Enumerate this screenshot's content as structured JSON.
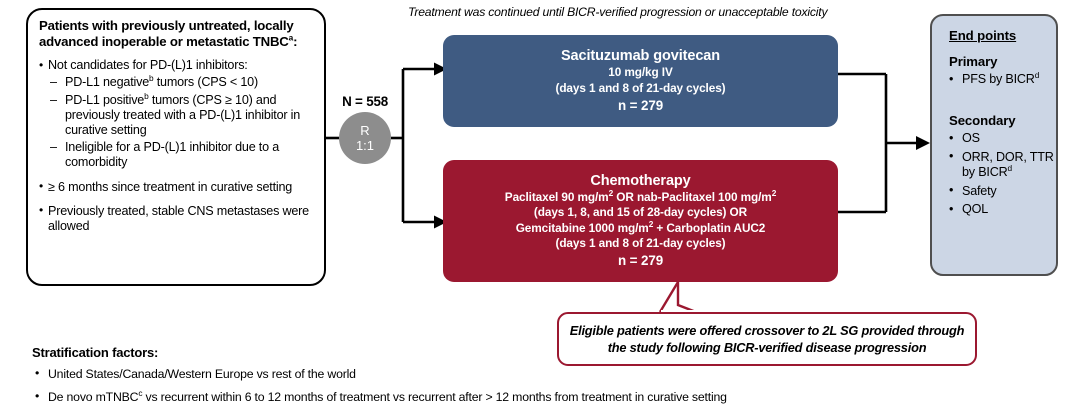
{
  "eligibility": {
    "title": "Patients with previously untreated, locally advanced inoperable or metastatic TNBC",
    "title_sup": "a",
    "title_suffix": ":",
    "criteria": [
      {
        "level": 1,
        "text": "Not candidates for PD-(L)1 inhibitors:"
      },
      {
        "level": 2,
        "text_before": "PD-L1 negative",
        "sup": "b",
        "text_after": " tumors (CPS < 10)"
      },
      {
        "level": 2,
        "text_before": "PD-L1 positive",
        "sup": "b",
        "text_after": " tumors (CPS ≥ 10) and previously treated with a PD-(L)1 inhibitor in curative setting"
      },
      {
        "level": 2,
        "text_before": "Ineligible for a PD-(L)1 inhibitor due to a comorbidity",
        "sup": "",
        "text_after": ""
      },
      {
        "level": 1,
        "text": "≥ 6 months since treatment in curative setting"
      },
      {
        "level": 1,
        "text": "Previously treated, stable CNS metastases were allowed"
      }
    ]
  },
  "randomization": {
    "n_total_label": "N = 558",
    "node_letter": "R",
    "node_ratio": "1:1",
    "node_color": "#8d8d8d"
  },
  "treatment_caption": "Treatment was continued until BICR-verified progression or unacceptable toxicity",
  "arms": [
    {
      "id": "sacituzumab-govitecan",
      "title": "Sacituzumab govitecan",
      "lines": [
        "10 mg/kg IV",
        "(days 1 and 8 of 21-day cycles)"
      ],
      "n_label": "n = 279",
      "color": "#3f5b82"
    },
    {
      "id": "chemotherapy",
      "title": "Chemotherapy",
      "lines": [
        "Paclitaxel 90 mg/m2 OR nab-Paclitaxel 100 mg/m2",
        "(days 1, 8, and 15 of 28-day cycles) OR",
        "Gemcitabine 1000 mg/m2 + Carboplatin AUC2",
        "(days 1 and 8 of 21-day cycles)"
      ],
      "n_label": "n = 279",
      "color": "#9b1830"
    }
  ],
  "endpoints": {
    "heading": "End points",
    "primary_label": "Primary",
    "primary_items": [
      {
        "text": "PFS by BICR",
        "sup": "d"
      }
    ],
    "secondary_label": "Secondary",
    "secondary_items": [
      {
        "text": "OS",
        "sup": ""
      },
      {
        "text": "ORR, DOR, TTR by BICR",
        "sup": "d"
      },
      {
        "text": "Safety",
        "sup": ""
      },
      {
        "text": "QOL",
        "sup": ""
      }
    ],
    "background_color": "#ccd6e5"
  },
  "crossover_callout": {
    "text": "Eligible patients were offered crossover to 2L SG provided through the study following BICR-verified disease progression",
    "border_color": "#9b1830"
  },
  "stratification": {
    "title": "Stratification factors:",
    "items": [
      {
        "text_before": "United States/Canada/Western Europe vs rest of the world",
        "sup": "",
        "text_after": ""
      },
      {
        "text_before": "De novo mTNBC",
        "sup": "c",
        "text_after": " vs recurrent within 6 to 12 months of treatment vs recurrent after > 12 months from treatment in curative setting"
      }
    ]
  }
}
